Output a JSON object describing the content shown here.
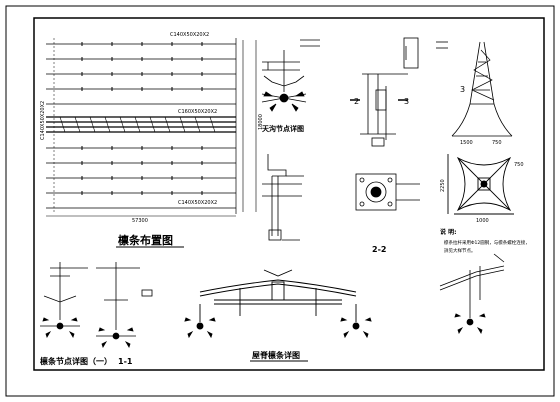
{
  "drawing": {
    "sheet_frame_color": "#000000",
    "line_color": "#000000"
  },
  "titles": {
    "purlin_layout": "檩条布置图",
    "ridge_node": "天沟节点详图",
    "purlin_node_1": "檩条节点详图（一）",
    "section_1_1": "1-1",
    "section_2_2": "2-2",
    "ridge_purlin": "屋脊檩条详图"
  },
  "labels": {
    "notes_heading": "说 明:",
    "note_line_1": "檩条拉杆采用Φ12圆钢，与檩条螺栓连接，",
    "note_line_2": "詳见大样节点。",
    "purlin_spec_top": "C140X50X20X2",
    "purlin_spec_mid": "C160X50X20X2",
    "purlin_spec_bot": "C140X50X20X2",
    "purlin_spec_side": "C140X50X20X2",
    "overall_dim": "57300",
    "right_dim": "18000",
    "section_mark_2": "2",
    "section_mark_3": "3",
    "dim_1500": "1500",
    "dim_750a": "750",
    "dim_750b": "750",
    "dim_2250": "2250",
    "bottom_dim": "1000"
  }
}
